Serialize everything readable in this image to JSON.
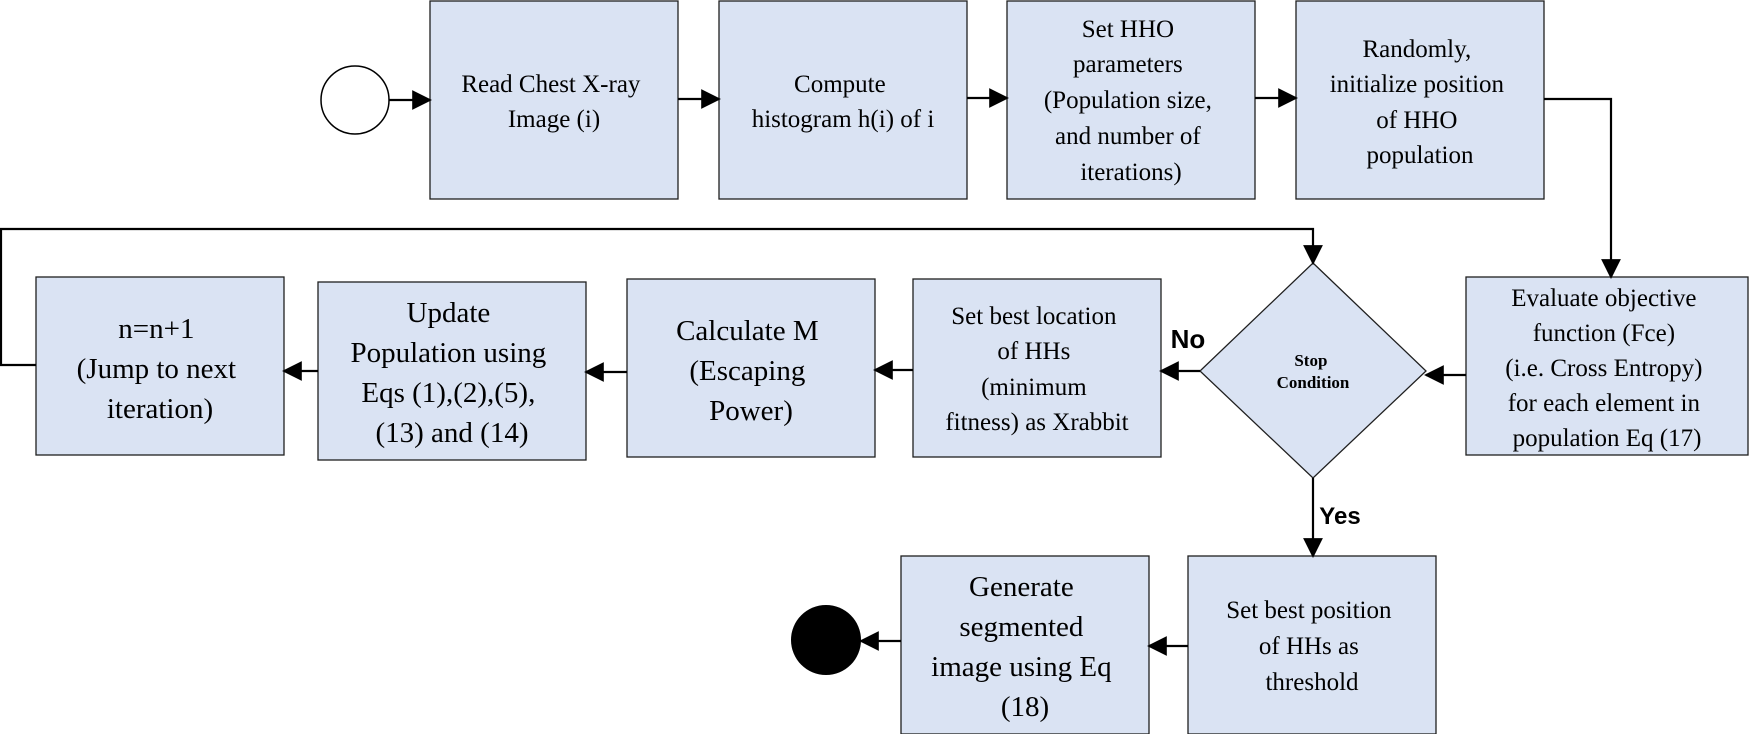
{
  "flowchart": {
    "nodes": {
      "start": {
        "shape": "circle-hollow"
      },
      "read_image": {
        "lines": [
          "Read Chest X-ray",
          "Image  (i)"
        ]
      },
      "compute_hist": {
        "lines": [
          "Compute",
          "histogram  h(i) of i"
        ]
      },
      "set_params": {
        "lines": [
          "Set HHO",
          "parameters",
          "(Population size,",
          "and number of",
          "iterations)"
        ]
      },
      "init_position": {
        "lines": [
          "Randomly,",
          "initialize position",
          "of HHO",
          "population"
        ]
      },
      "evaluate": {
        "lines": [
          "Evaluate objective",
          "function (Fce)",
          "(i.e. Cross Entropy)",
          "for each element in",
          "population Eq (17)"
        ]
      },
      "stop_condition": {
        "lines": [
          "Stop",
          "Condition"
        ]
      },
      "set_best_location": {
        "lines": [
          "Set best location",
          "of HHs",
          "(minimum",
          "fitness)  as Xrabbit"
        ]
      },
      "calc_m": {
        "lines": [
          "Calculate M",
          "(Escaping",
          "Power)"
        ]
      },
      "update_pop": {
        "lines": [
          "Update",
          "Population using",
          "Eqs (1),(2),(5),",
          "(13) and (14)"
        ]
      },
      "increment": {
        "lines": [
          "n=n+1",
          "(Jump to next",
          "iteration)"
        ]
      },
      "set_threshold": {
        "lines": [
          "Set best position",
          "of HHs as",
          "threshold"
        ]
      },
      "generate": {
        "lines": [
          "Generate",
          "segmented",
          "image using Eq",
          "(18)"
        ]
      },
      "end": {
        "shape": "circle-filled"
      }
    },
    "edge_labels": {
      "no": "No",
      "yes": "Yes"
    },
    "colors": {
      "box_fill": "#dae3f3",
      "box_stroke": "#1f1f1f",
      "line": "#000000",
      "end_fill": "#000000"
    }
  }
}
